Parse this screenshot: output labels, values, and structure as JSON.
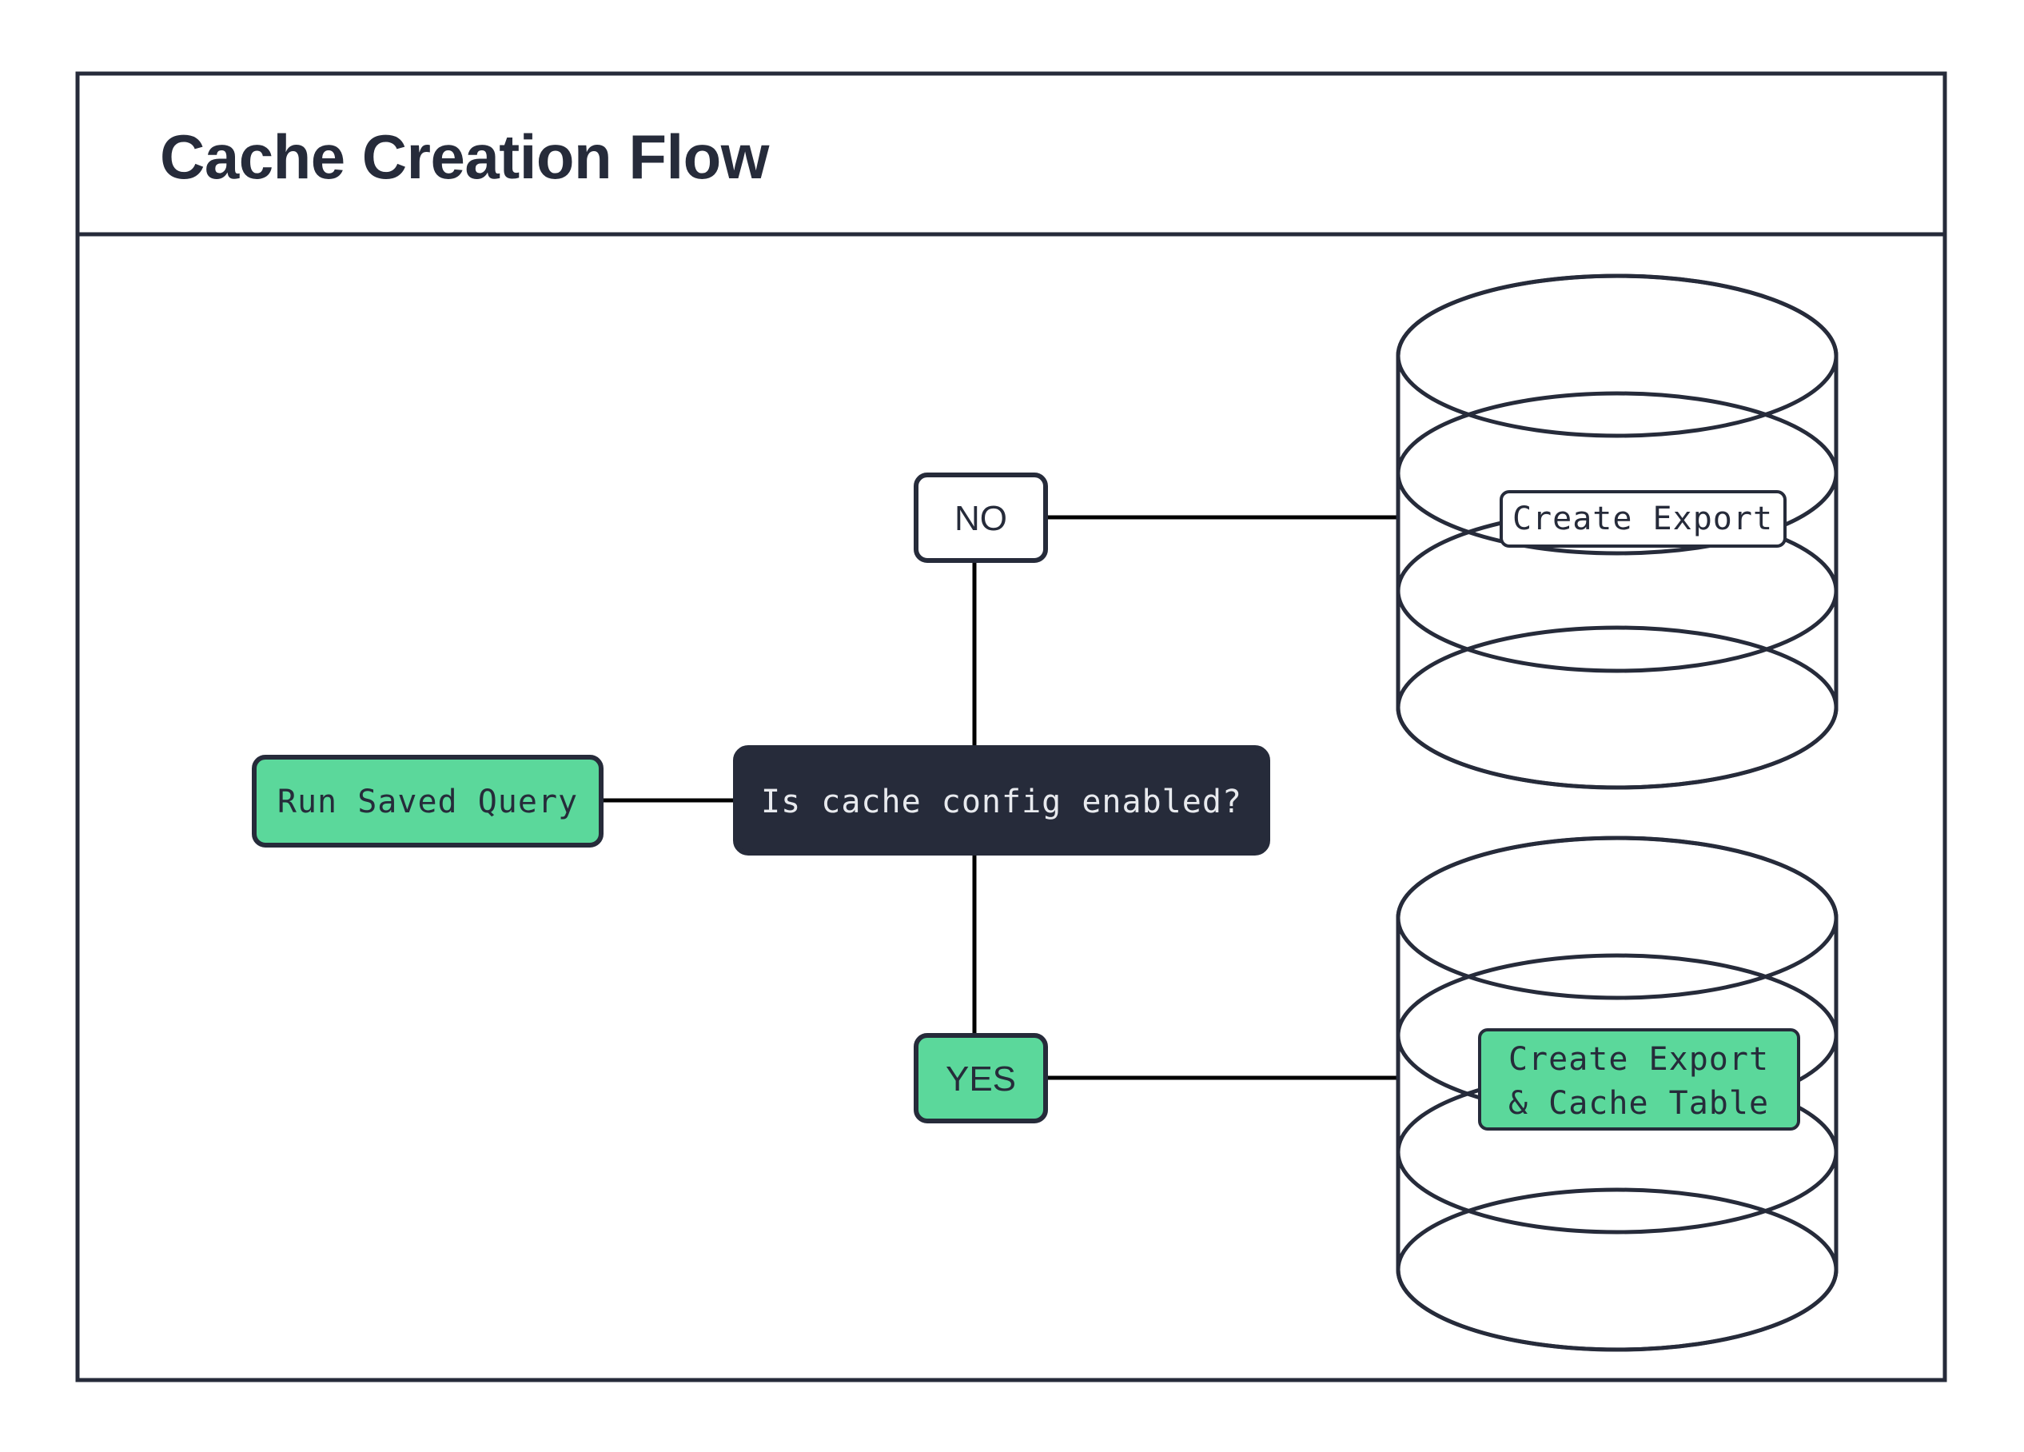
{
  "frame": {
    "title": "Cache Creation Flow",
    "border_color": "#262B3A",
    "background": "#ffffff"
  },
  "palette": {
    "dark": "#262B3A",
    "green": "#5BD89B",
    "white": "#FFFFFF",
    "edge": "#000000",
    "text_on_dark": "#E8EAEE"
  },
  "diagram": {
    "type": "flowchart",
    "orientation": "left-to-right",
    "nodes": [
      {
        "id": "run-saved-query",
        "label": "Run Saved Query",
        "shape": "rounded-rect",
        "fill": "#5BD89B",
        "text_style": "monospace"
      },
      {
        "id": "is-cache-config-enabled",
        "label": "Is cache config enabled?",
        "shape": "rounded-rect",
        "fill": "#262B3A",
        "text_style": "monospace"
      },
      {
        "id": "branch-no",
        "label": "NO",
        "shape": "rounded-rect",
        "fill": "#FFFFFF",
        "text_style": "sans"
      },
      {
        "id": "branch-yes",
        "label": "YES",
        "shape": "rounded-rect",
        "fill": "#5BD89B",
        "text_style": "sans"
      },
      {
        "id": "database-top",
        "label": "Create Export",
        "label_lines": [
          "Create Export"
        ],
        "shape": "database-cylinder",
        "fill": "#FFFFFF",
        "label_fill": "#FFFFFF",
        "text_style": "monospace"
      },
      {
        "id": "database-bottom",
        "label": "Create Export & Cache Table",
        "label_lines": [
          "Create Export",
          "& Cache Table"
        ],
        "shape": "database-cylinder",
        "fill": "#FFFFFF",
        "label_fill": "#5BD89B",
        "text_style": "monospace"
      }
    ],
    "edges": [
      {
        "id": "edge-query-to-decision",
        "from": "run-saved-query",
        "to": "is-cache-config-enabled",
        "label": ""
      },
      {
        "id": "edge-decision-to-no",
        "from": "is-cache-config-enabled",
        "to": "branch-no",
        "label": ""
      },
      {
        "id": "edge-decision-to-yes",
        "from": "is-cache-config-enabled",
        "to": "branch-yes",
        "label": ""
      },
      {
        "id": "edge-no-to-database-top",
        "from": "branch-no",
        "to": "database-top",
        "label": ""
      },
      {
        "id": "edge-yes-to-database-bottom",
        "from": "branch-yes",
        "to": "database-bottom",
        "label": ""
      }
    ]
  },
  "labels": {
    "run_saved_query": "Run Saved Query",
    "decision": "Is cache config enabled?",
    "no": "NO",
    "yes": "YES",
    "create_export": "Create Export",
    "create_export_cache_line1": "Create Export",
    "create_export_cache_line2": "& Cache Table"
  }
}
